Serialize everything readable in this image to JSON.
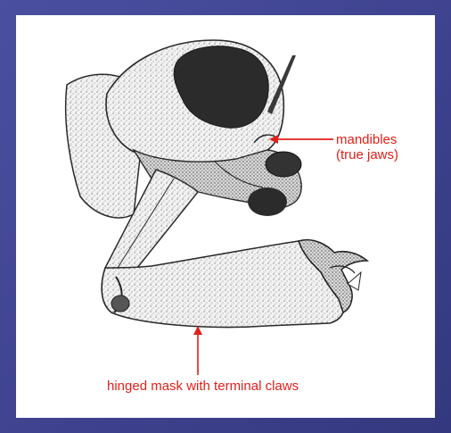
{
  "colors": {
    "background": "#3f448f",
    "panel": "#ffffff",
    "label": "#e0201a",
    "outline": "#2a2a2a",
    "eye": "#2b2b2b"
  },
  "labels": {
    "mandibles_line1": "mandibles",
    "mandibles_line2": "(true jaws)",
    "mask": "hinged mask with terminal claws"
  }
}
